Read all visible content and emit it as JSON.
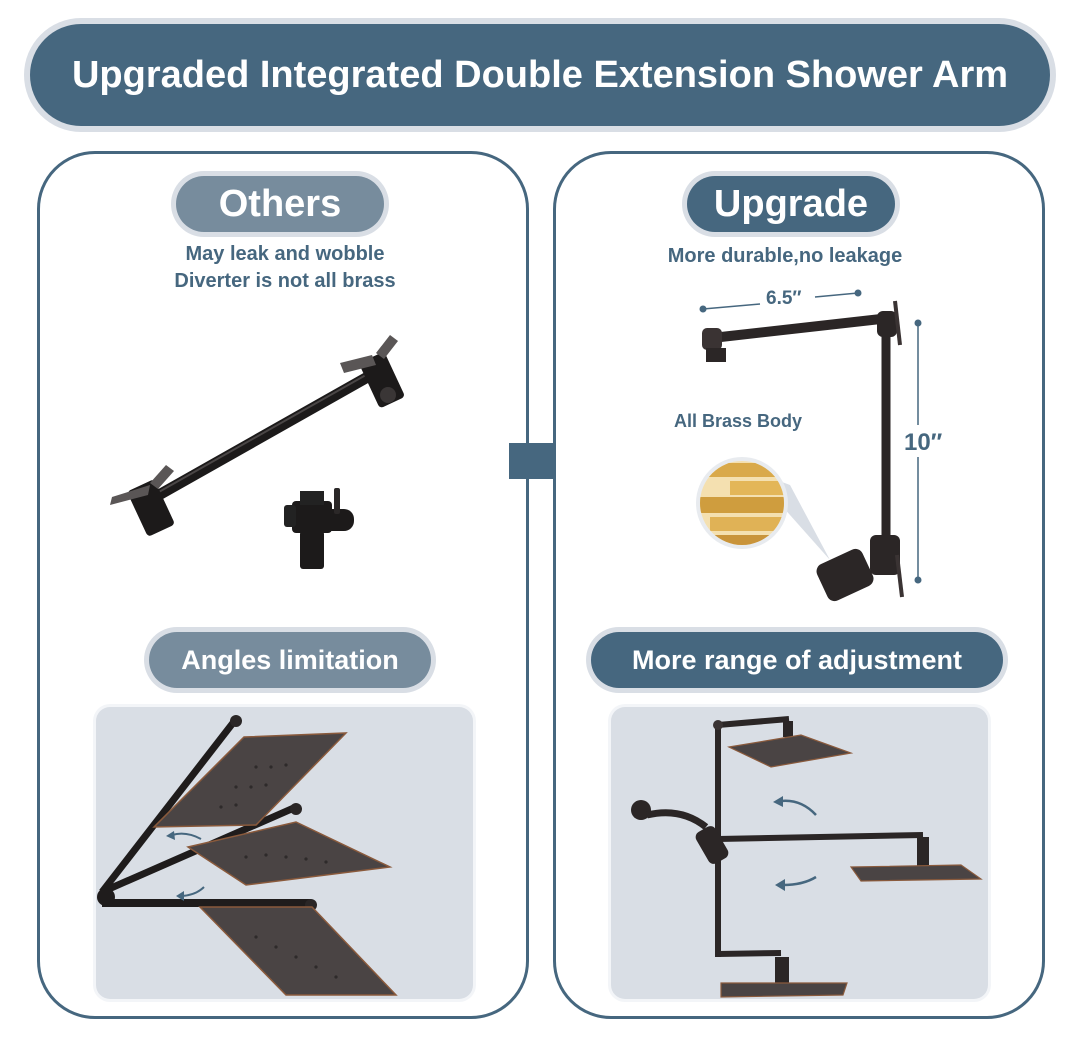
{
  "header": {
    "title": "Upgraded Integrated Double Extension Shower Arm"
  },
  "left_panel": {
    "badge": "Others",
    "lines": [
      "May leak and wobble",
      "Diverter is not all brass"
    ],
    "feature_badge": "Angles limitation",
    "images": {
      "product": "adjustable-shower-arm-and-diverter",
      "angles_photo": "three-rain-shower-heads-limited-angles"
    }
  },
  "right_panel": {
    "badge": "Upgrade",
    "line": "More durable,no leakage",
    "dimensions": {
      "width": "6.5″",
      "height": "10″"
    },
    "brass_label": "All Brass Body",
    "feature_badge": "More range of adjustment",
    "images": {
      "product": "double-extension-shower-arm",
      "brass_closeup": "brass-rods-closeup",
      "range_photo": "shower-heads-full-range-adjustment"
    }
  },
  "arrow": {
    "icon": "right-arrow-icon"
  },
  "colors": {
    "primary": "#46677f",
    "muted": "#778c9d",
    "pill_border": "#d9dee5",
    "photo_bg": "#d9dee5",
    "brass": "#d9a94a",
    "metal": "#2b2626"
  }
}
